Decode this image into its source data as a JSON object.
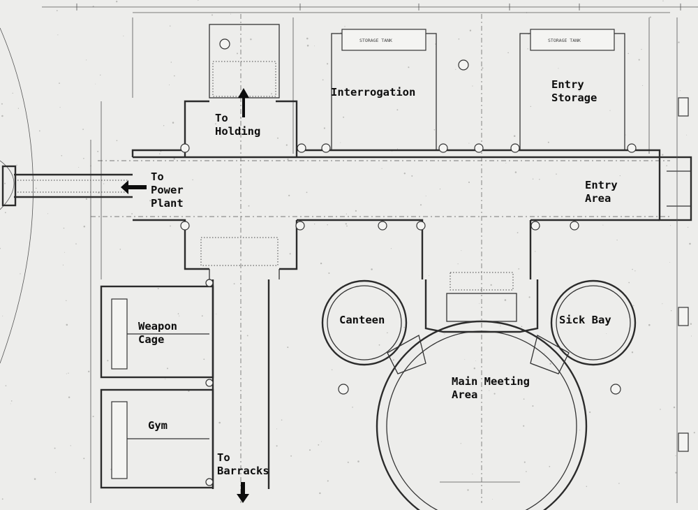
{
  "rooms": {
    "interrogation": "Interrogation",
    "entry_storage": [
      "Entry",
      "Storage"
    ],
    "entry_area": [
      "Entry",
      "Area"
    ],
    "canteen": "Canteen",
    "sick_bay": "Sick Bay",
    "main_meeting_area": [
      "Main Meeting",
      "Area"
    ],
    "weapon_cage": [
      "Weapon",
      "Cage"
    ],
    "gym": "Gym"
  },
  "directions": {
    "to_holding": [
      "To",
      "Holding"
    ],
    "to_power_plant": [
      "To",
      "Power",
      "Plant"
    ],
    "to_barracks": [
      "To",
      "Barracks"
    ]
  },
  "colors": {
    "paper": "#ededeb",
    "ink": "#2b2b2b",
    "label": "#0d0d0d"
  }
}
